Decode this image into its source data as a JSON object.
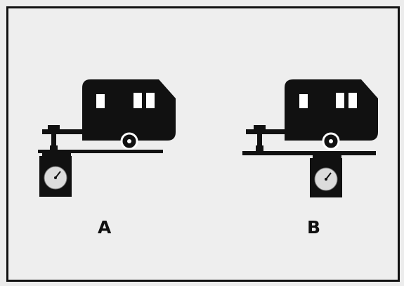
{
  "panels": [
    {
      "label": "A",
      "scale_position": "under-hitch"
    },
    {
      "label": "B",
      "scale_position": "under-axle"
    }
  ],
  "colors": {
    "background": "#eeeeee",
    "ink": "#111111",
    "dial_face": "#dcdcdc"
  },
  "icons": [
    "camper-trailer-icon",
    "hitch-jack-icon",
    "scale-icon"
  ]
}
